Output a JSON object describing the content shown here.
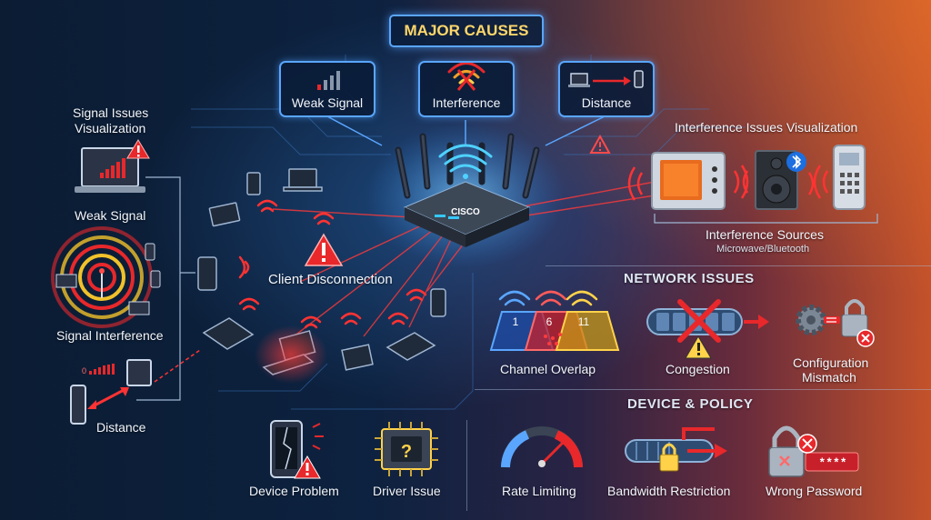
{
  "major_causes": {
    "title": "MAJOR CAUSES",
    "items": [
      "Weak Signal",
      "Interference",
      "Distance"
    ]
  },
  "router": {
    "brand": "CISCO"
  },
  "center": {
    "label": "Client Disconnection"
  },
  "signal_issues": {
    "title_line1": "Signal Issues",
    "title_line2": "Visualization",
    "items": [
      "Weak Signal",
      "Signal Interference",
      "Distance"
    ]
  },
  "interference": {
    "title": "Interference Issues Visualization",
    "sources_label": "Interference Sources",
    "sources_sub": "Microwave/Bluetooth"
  },
  "network_issues": {
    "title": "NETWORK ISSUES",
    "channels": [
      "1",
      "6",
      "11"
    ],
    "items": [
      "Channel Overlap",
      "Congestion",
      "Configuration",
      "Mismatch"
    ]
  },
  "device_policy": {
    "title": "DEVICE & POLICY",
    "items": [
      "Device Problem",
      "Driver Issue",
      "Rate Limiting",
      "Bandwidth Restriction",
      "Wrong Password"
    ],
    "driver_glyph": "?",
    "password_mask": "****"
  },
  "colors": {
    "accent_blue": "#5aa6ff",
    "alert_red": "#e8282b",
    "warning_yellow": "#ffd24a"
  }
}
